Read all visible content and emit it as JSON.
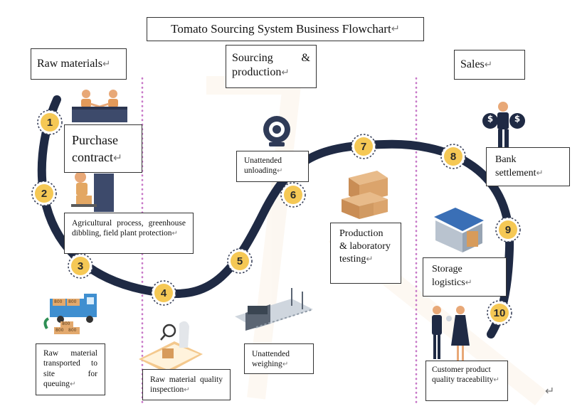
{
  "title": "Tomato Sourcing System Business Flowchart",
  "return_mark": "↵",
  "sections": {
    "raw_materials": "Raw materials",
    "sourcing_production": "Sourcing & production",
    "sales": "Sales"
  },
  "steps": {
    "s1": "Purchase contract",
    "s2": "Agricultural process, greenhouse dibbling, field plant protection",
    "s3": "Raw material transported to site for queuing",
    "s4": "Raw material quality inspection",
    "s5": "Unattended weighing",
    "s6": "Unattended unloading",
    "s7": "Production & laboratory testing",
    "s8": "Bank settlement",
    "s9": "Storage logistics",
    "s10": "Customer product quality traceability"
  },
  "step_numbers": [
    "1",
    "2",
    "3",
    "4",
    "5",
    "6",
    "7",
    "8",
    "9",
    "10"
  ],
  "icons": {
    "money_bag_symbol": "$",
    "truck_crates": [
      "800",
      "800",
      "800",
      "800",
      "800"
    ]
  },
  "colors": {
    "curve": "#1f2a44",
    "badge": "#f5c855",
    "badge_border": "#39415a",
    "divider": "#c879c8"
  }
}
